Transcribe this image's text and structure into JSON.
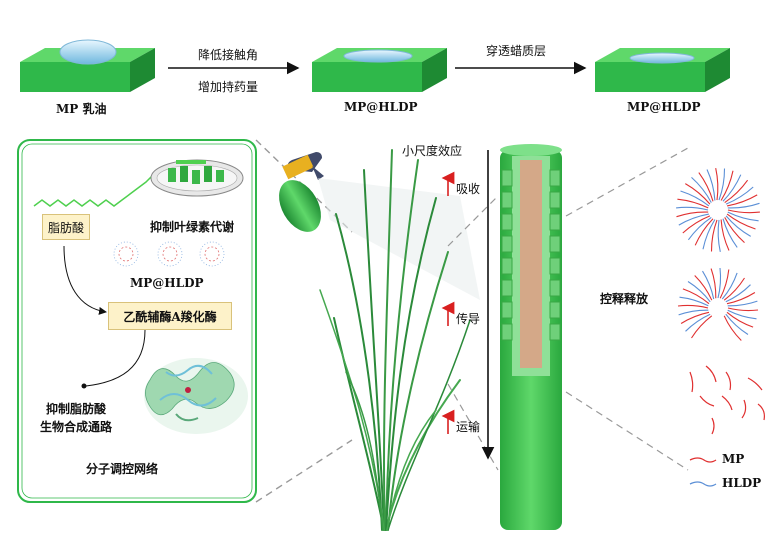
{
  "stage1": {
    "label": "MP 乳油"
  },
  "arrow1": {
    "top": "降低接触角",
    "bottom": "增加持药量"
  },
  "stage2": {
    "label": "MP@HLDP"
  },
  "arrow2": {
    "top": "穿透蜡质层"
  },
  "stage3": {
    "label": "MP@HLDP"
  },
  "panel": {
    "fatty_acid": "脂肪酸",
    "chlorophyll": "抑制叶绿素代谢",
    "mp_hldp": "MP@HLDP",
    "enzyme": "乙酰辅酶A羧化酶",
    "inhibit_line1": "抑制脂肪酸",
    "inhibit_line2": "生物合成通路",
    "network": "分子调控网络"
  },
  "stem": {
    "small_size": "小尺度效应",
    "absorb": "吸收",
    "conduct": "传导",
    "transport": "运输"
  },
  "release": {
    "label": "控释释放",
    "legend_mp": "MP",
    "legend_hldp": "HLDP",
    "mp_color": "#e03030",
    "hldp_color": "#5b8fd6"
  },
  "colors": {
    "green": "#2fb84a",
    "dark_green": "#1e8a33",
    "arrow_red": "#d92020"
  }
}
